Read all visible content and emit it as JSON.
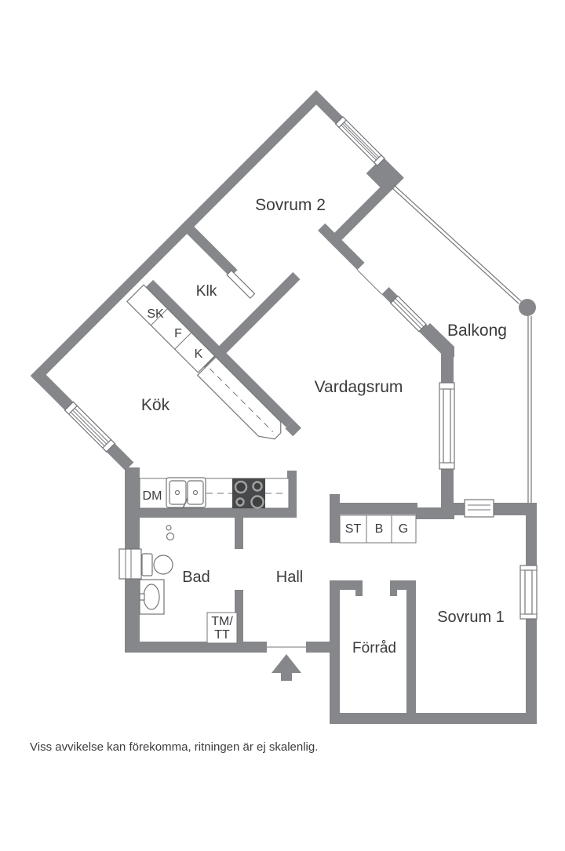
{
  "colors": {
    "wall": "#85878a",
    "line": "#74767a",
    "text": "#3b3c3e",
    "stove": "#47484a",
    "burner": "#3e3f41",
    "burner_ring": "#9fa1a3"
  },
  "plan": {
    "rooms": {
      "sovrum2": "Sovrum 2",
      "klk": "Klk",
      "kok": "Kök",
      "vardagsrum": "Vardagsrum",
      "balkong": "Balkong",
      "bad": "Bad",
      "hall": "Hall",
      "forrad": "Förråd",
      "sovrum1": "Sovrum 1"
    },
    "closets": {
      "sk": "SK",
      "f": "F",
      "k": "K"
    },
    "kitchen": {
      "dm": "DM"
    },
    "hall_closets": {
      "st": "ST",
      "b": "B",
      "g": "G"
    },
    "laundry": {
      "line1": "TM/",
      "line2": "TT"
    },
    "caption": "Viss avvikelse kan förekomma, ritningen är ej skalenlig."
  }
}
